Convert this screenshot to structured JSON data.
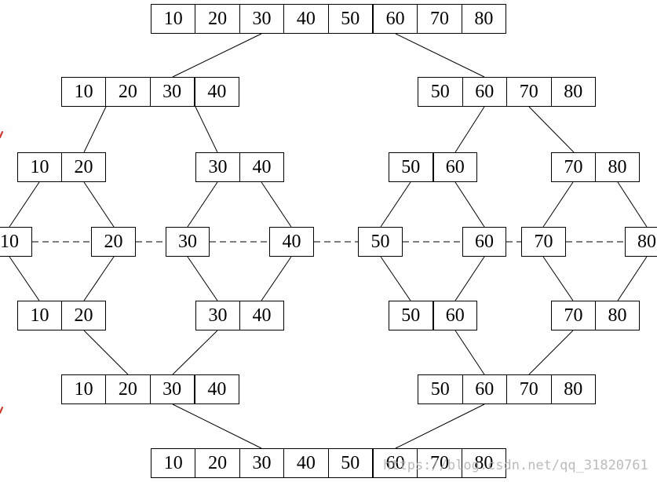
{
  "levels": [
    {
      "groups": [
        [
          10,
          20,
          30,
          40,
          50,
          60,
          70,
          80
        ]
      ]
    },
    {
      "groups": [
        [
          10,
          20,
          30,
          40
        ],
        [
          50,
          60,
          70,
          80
        ]
      ]
    },
    {
      "groups": [
        [
          10,
          20
        ],
        [
          30,
          40
        ],
        [
          50,
          60
        ],
        [
          70,
          80
        ]
      ]
    },
    {
      "groups": [
        [
          10
        ],
        [
          20
        ],
        [
          30
        ],
        [
          40
        ],
        [
          50
        ],
        [
          60
        ],
        [
          70
        ],
        [
          80
        ]
      ]
    },
    {
      "groups": [
        [
          10,
          20
        ],
        [
          30,
          40
        ],
        [
          50,
          60
        ],
        [
          70,
          80
        ]
      ]
    },
    {
      "groups": [
        [
          10,
          20,
          30,
          40
        ],
        [
          50,
          60,
          70,
          80
        ]
      ]
    },
    {
      "groups": [
        [
          10,
          20,
          30,
          40,
          50,
          60,
          70,
          80
        ]
      ]
    }
  ],
  "watermark": "https://blog.csdn.net/qq_31820761",
  "colors": {
    "line": "#000000",
    "text": "#000000",
    "watermark": "#b4b4b4",
    "mark": "#e8241c"
  }
}
